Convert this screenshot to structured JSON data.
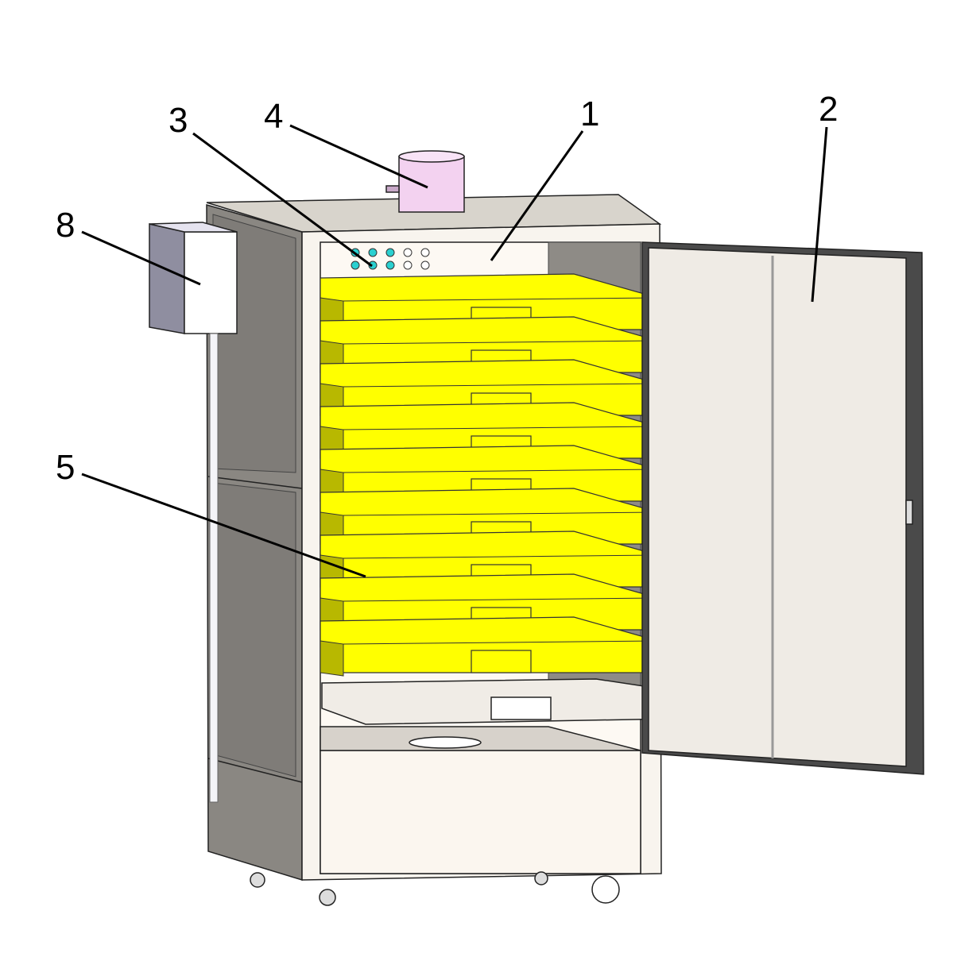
{
  "diagram": {
    "callouts": [
      {
        "id": "1",
        "text": "1"
      },
      {
        "id": "2",
        "text": "2"
      },
      {
        "id": "3",
        "text": "3"
      },
      {
        "id": "4",
        "text": "4"
      },
      {
        "id": "5",
        "text": "5"
      },
      {
        "id": "8",
        "text": "8"
      }
    ],
    "colors": {
      "tray": "#ffff00",
      "cabinet_side": "#8a8782",
      "interior": "#fdf9f3",
      "door": "#efebe5",
      "chimney": "#f3d2f0"
    }
  }
}
